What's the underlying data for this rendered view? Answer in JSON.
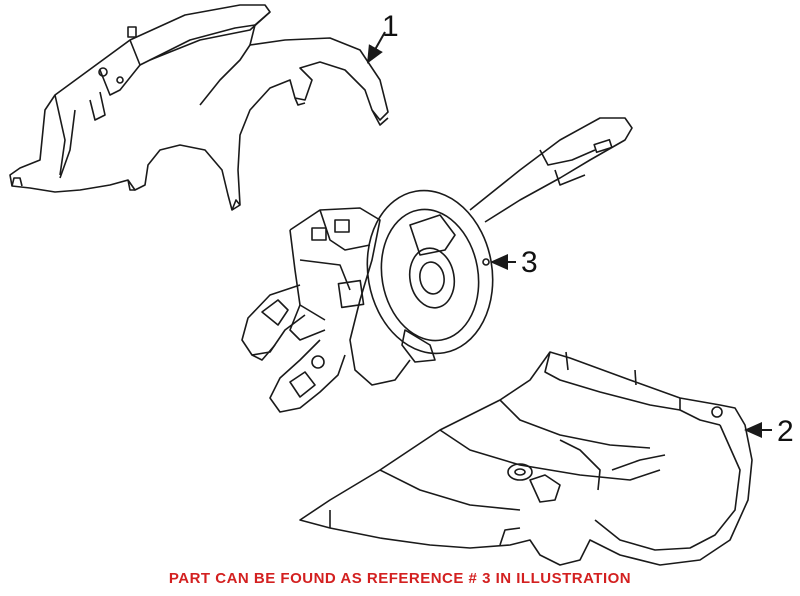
{
  "callouts": {
    "ref1": "1",
    "ref2": "2",
    "ref3": "3"
  },
  "footer_note": "PART CAN BE FOUND AS REFERENCE # 3 IN ILLUSTRATION",
  "colors": {
    "line": "#1a1a1a",
    "footer_text": "#d32020",
    "background": "#ffffff"
  }
}
